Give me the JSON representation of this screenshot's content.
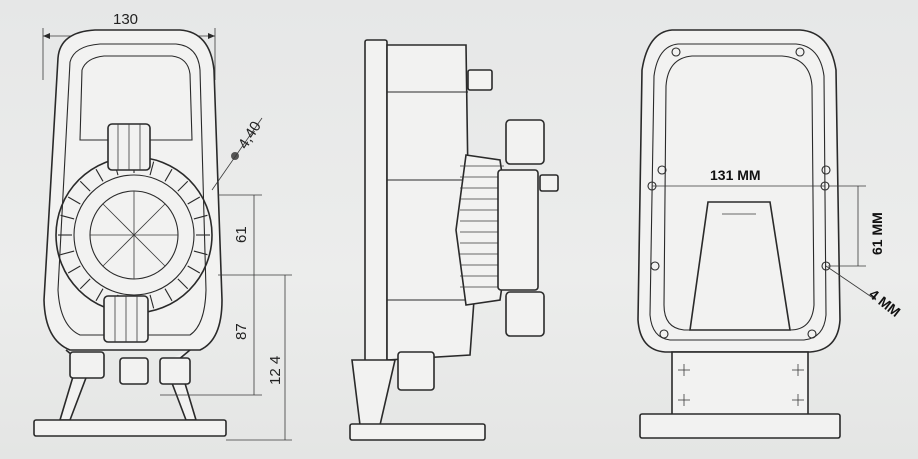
{
  "front_view": {
    "width_label": "130",
    "hole_label": "4,40",
    "upper_height_label": "61",
    "lower_height_label": "87",
    "total_height_label": "12 4"
  },
  "back_view": {
    "hole_spacing_label": "131 MM",
    "vertical_spacing_label": "61 MM",
    "hole_diameter_label": "4 MM"
  }
}
